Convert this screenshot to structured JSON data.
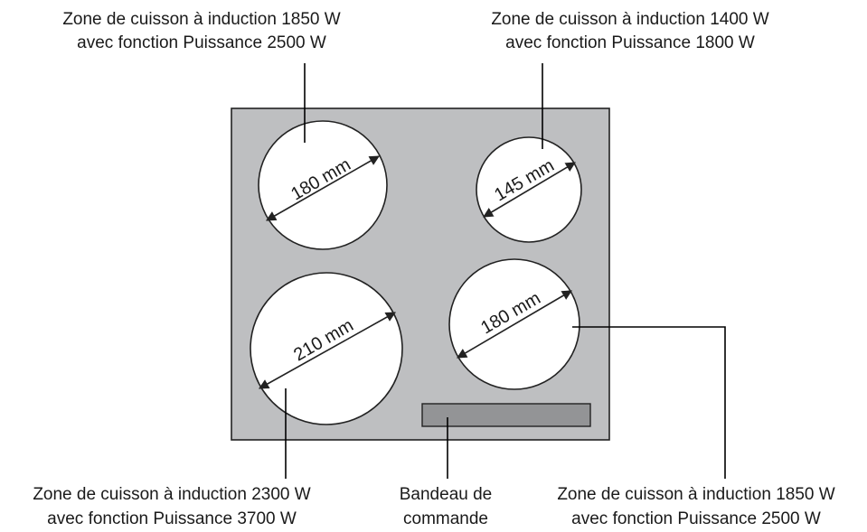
{
  "colors": {
    "hob_surface": "#bebfc1",
    "control_panel": "#939496",
    "zone_fill": "#ffffff",
    "outline": "#222222"
  },
  "zones": {
    "top_left": {
      "diameter": "180 mm",
      "label_line1": "Zone de cuisson à induction 1850 W",
      "label_line2": "avec fonction Puissance 2500 W"
    },
    "top_right": {
      "diameter": "145 mm",
      "label_line1": "Zone de cuisson à induction 1400 W",
      "label_line2": "avec fonction Puissance 1800 W"
    },
    "bottom_left": {
      "diameter": "210 mm",
      "label_line1": "Zone de cuisson à induction 2300 W",
      "label_line2": "avec fonction Puissance 3700 W"
    },
    "bottom_right": {
      "diameter": "180 mm",
      "label_line1": "Zone de cuisson à induction 1850 W",
      "label_line2": "avec fonction Puissance 2500 W"
    }
  },
  "control_panel": {
    "label_line1": "Bandeau de",
    "label_line2": "commande"
  }
}
